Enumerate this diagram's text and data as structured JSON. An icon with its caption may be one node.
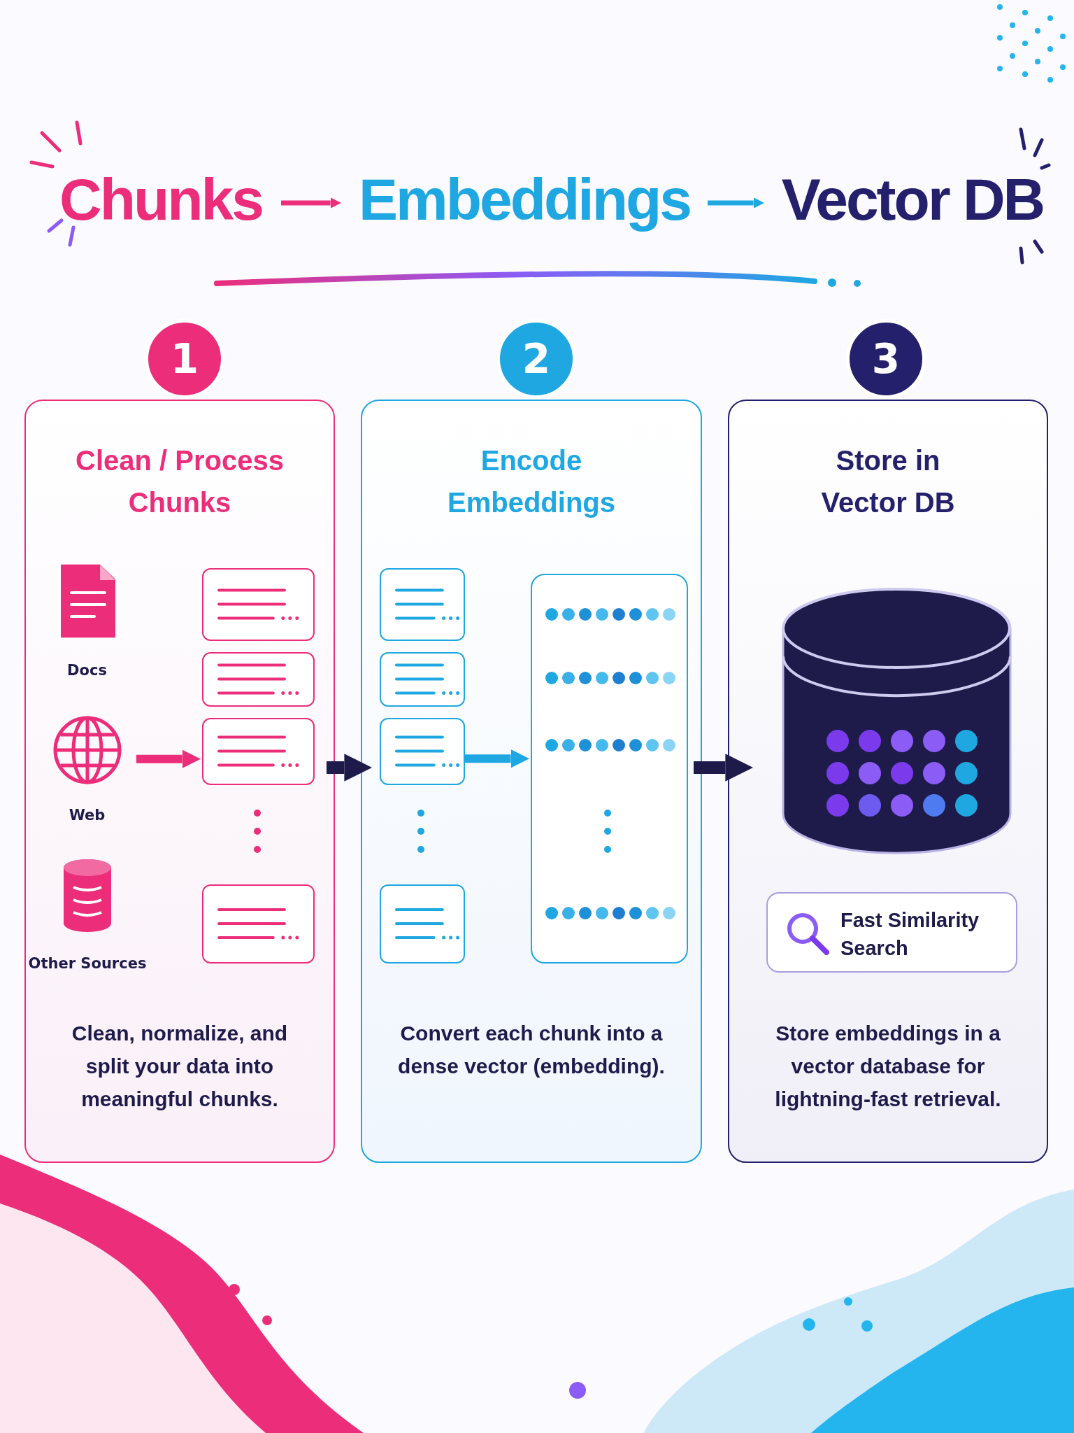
{
  "diagram": {
    "nodes": [
      {
        "text": [
          "Chunks"
        ]
      },
      {
        "text": [
          "Embeddings"
        ]
      },
      {
        "text": [
          "Vector DB"
        ]
      },
      {
        "text": [
          "1"
        ]
      },
      {
        "text": [
          "2"
        ]
      },
      {
        "text": [
          "3"
        ]
      },
      {
        "text": [
          "Clean / Process Chunks",
          "Clean, normalize, and split your data into **meaningful chunks**."
        ]
      },
      {
        "text": [
          "Encode Embeddings",
          "Convert each chunk into a dense vector (**embedding**)."
        ]
      },
      {
        "text": [
          "Store in Vector DB",
          "Store embeddings in a vector database for **lightning-fast retrieval**."
        ]
      },
      {
        "text": [
          "Docs"
        ],
        "in": 6
      },
      {
        "text": [
          "Web"
        ],
        "in": 6
      },
      {
        "text": [
          "Other Sources"
        ],
        "in": 6
      },
      {
        "text": [],
        "shape": "box",
        "in": 6
      },
      {
        "text": [],
        "shape": "box",
        "in": 6
      },
      {
        "text": [],
        "shape": "box",
        "in": 6
      },
      {
        "text": [],
        "shape": "box",
        "in": 6
      },
      {
        "text": [],
        "shape": "box",
        "in": 7
      },
      {
        "text": [],
        "shape": "box",
        "in": 7
      },
      {
        "text": [],
        "shape": "box",
        "in": 7
      },
      {
        "text": [],
        "shape": "box",
        "in": 7
      },
      {
        "text": [],
        "shape": "box",
        "in": 7
      },
      {
        "text": [],
        "shape": "cylinder",
        "in": 8
      },
      {
        "text": [
          "Fast Similarity Search"
        ],
        "in": 8
      }
    ],
    "edges": [
      {
        "from": 0,
        "to": 1,
        "arrow": "to",
        "color": "#ec2d7a"
      },
      {
        "from": 1,
        "to": 2,
        "arrow": "to",
        "color": "#1ea7e1"
      },
      {
        "from": 10,
        "to": 14,
        "arrow": "to",
        "color": "#ec2d7a"
      },
      {
        "from": 6,
        "to": 7,
        "arrow": "to",
        "color": "#1e1b4b"
      },
      {
        "from": 18,
        "to": 20,
        "arrow": "to",
        "color": "#1ea7e1"
      },
      {
        "from": 7,
        "to": 8,
        "arrow": "to",
        "color": "#1e1b4b"
      }
    ]
  }
}
